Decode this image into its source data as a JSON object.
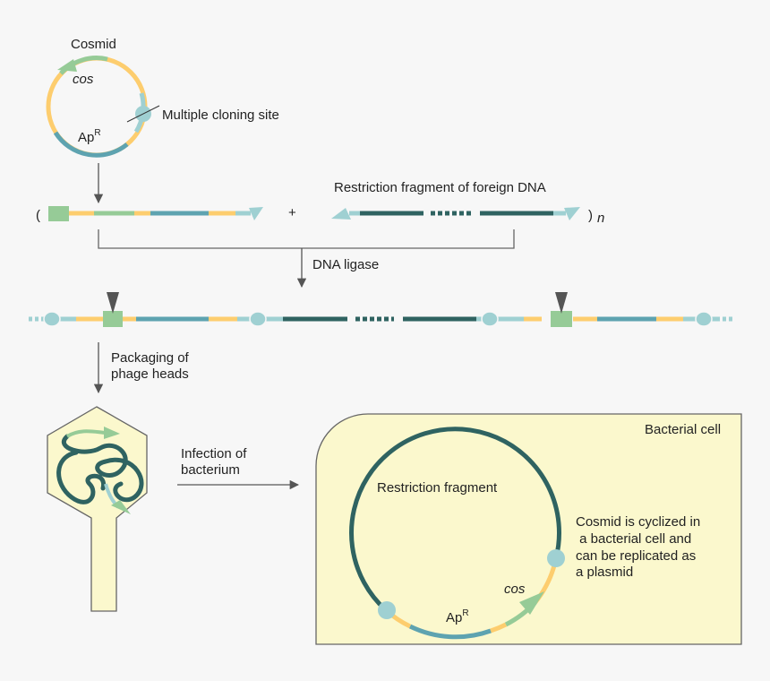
{
  "labels": {
    "cosmid": "Cosmid",
    "cos_top": "cos",
    "apr_top": "Ap",
    "apr_sup": "R",
    "mcs": "Multiple cloning site",
    "foreign_fragment": "Restriction fragment of foreign DNA",
    "open_paren": "(",
    "plus": "+",
    "close_paren": ")",
    "n": "n",
    "dna_ligase": "DNA ligase",
    "packaging_line1": "Packaging of",
    "packaging_line2": "phage heads",
    "infection_line1": "Infection of",
    "infection_line2": "bacterium",
    "bacterial_cell": "Bacterial cell",
    "restriction_fragment": "Restriction fragment",
    "cyclized_line1": "Cosmid is cyclized in",
    "cyclized_line2": " a bacterial cell and",
    "cyclized_line3": "can be replicated as",
    "cyclized_line4": "a plasmid",
    "cos_cell": "cos",
    "apr_cell": "Ap",
    "apr_cell_sup": "R"
  },
  "colors": {
    "cos_green": "#96cb97",
    "yellow": "#fdcd6e",
    "ampr_teal": "#5ea3b0",
    "light_teal": "#9fd0d2",
    "foreign_dark": "#2f6361",
    "cell_fill": "#fbf8cd",
    "arrow_gray": "#555555"
  }
}
